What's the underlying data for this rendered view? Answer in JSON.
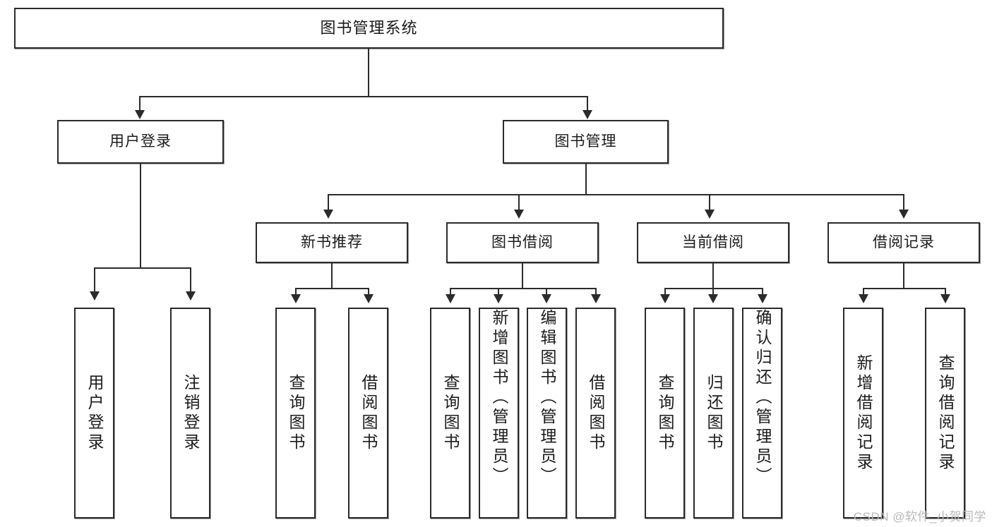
{
  "diagram": {
    "type": "tree-hierarchy-chart",
    "title": "图书管理系统",
    "watermark": "CSDN @软件_小贺同学",
    "colors": {
      "stroke": "#2b2b2b",
      "fill": "#ffffff",
      "text": "#1b1b1b",
      "watermark": "#b9b9b9"
    },
    "root": {
      "label": "图书管理系统"
    },
    "level2": [
      {
        "label": "用户登录"
      },
      {
        "label": "图书管理"
      }
    ],
    "level3": [
      {
        "label": "新书推荐"
      },
      {
        "label": "图书借阅"
      },
      {
        "label": "当前借阅"
      },
      {
        "label": "借阅记录"
      }
    ],
    "leaves": {
      "user_login": [
        {
          "label": "用户登录"
        },
        {
          "label": "注销登录"
        }
      ],
      "new_book_recommend": [
        {
          "label": "查询图书"
        },
        {
          "label": "借阅图书"
        }
      ],
      "book_borrow": [
        {
          "label": "查询图书"
        },
        {
          "label": "新增图书（管理员）"
        },
        {
          "label": "编辑图书（管理员）"
        },
        {
          "label": "借阅图书"
        }
      ],
      "current_borrow": [
        {
          "label": "查询图书"
        },
        {
          "label": "归还图书"
        },
        {
          "label": "确认归还（管理员）"
        }
      ],
      "borrow_record": [
        {
          "label": "新增借阅记录"
        },
        {
          "label": "查询借阅记录"
        }
      ]
    }
  }
}
